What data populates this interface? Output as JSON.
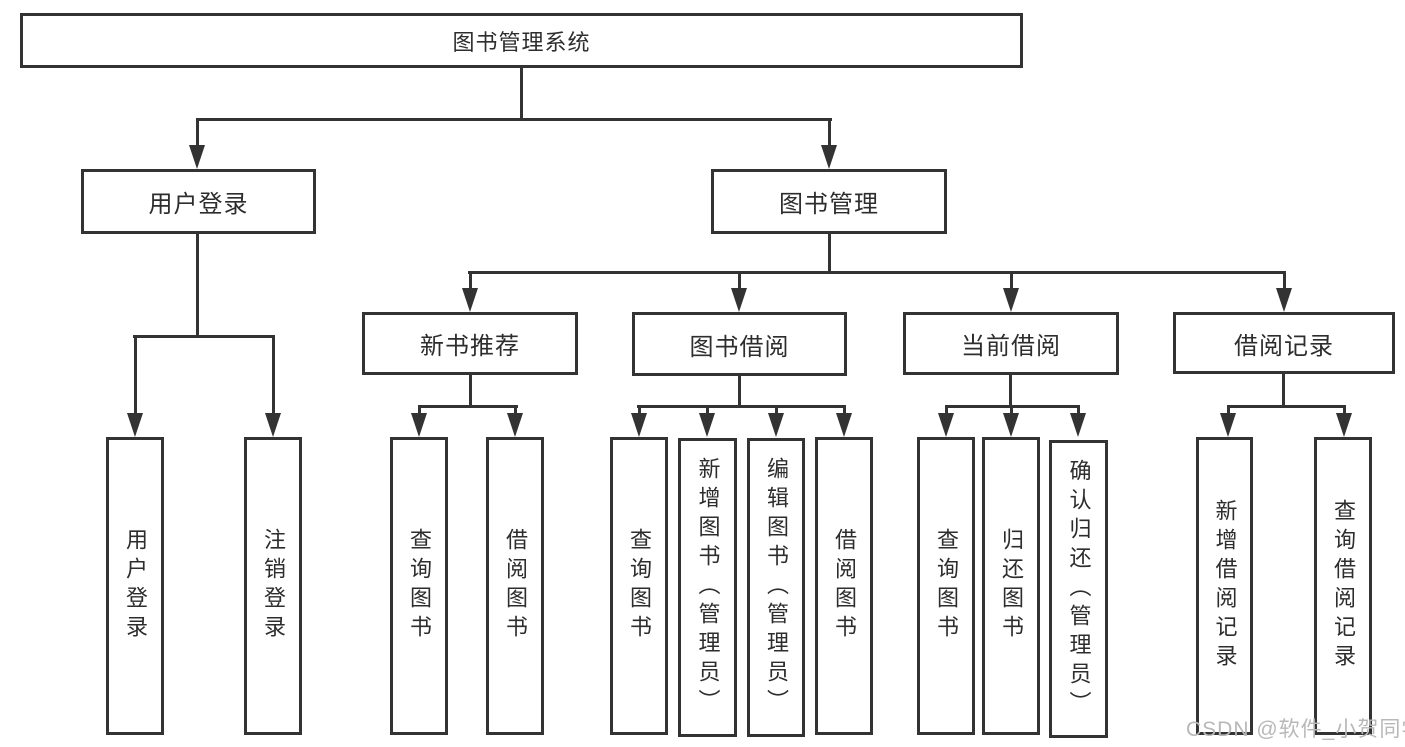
{
  "diagram": {
    "root": {
      "label": "图书管理系统"
    },
    "login": {
      "label": "用户登录",
      "children": [
        {
          "label": "用户登录"
        },
        {
          "label": "注销登录"
        }
      ]
    },
    "management": {
      "label": "图书管理",
      "sections": [
        {
          "label": "新书推荐",
          "children": [
            {
              "label": "查询图书"
            },
            {
              "label": "借阅图书"
            }
          ]
        },
        {
          "label": "图书借阅",
          "children": [
            {
              "label": "查询图书"
            },
            {
              "label": "新增图书（管理员）"
            },
            {
              "label": "编辑图书（管理员）"
            },
            {
              "label": "借阅图书"
            }
          ]
        },
        {
          "label": "当前借阅",
          "children": [
            {
              "label": "查询图书"
            },
            {
              "label": "归还图书"
            },
            {
              "label": "确认归还（管理员）"
            }
          ]
        },
        {
          "label": "借阅记录",
          "children": [
            {
              "label": "新增借阅记录"
            },
            {
              "label": "查询借阅记录"
            }
          ]
        }
      ]
    },
    "watermark": "CSDN @软件_小贺同学",
    "colors": {
      "line": "#333333",
      "text": "#2d2d2d",
      "background": "#ffffff",
      "watermark": "#b8b8b8"
    }
  }
}
